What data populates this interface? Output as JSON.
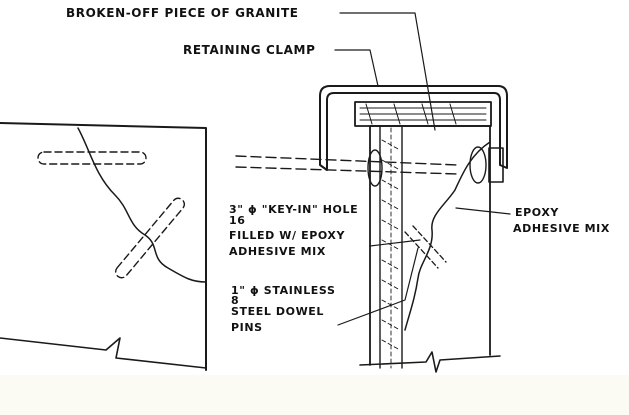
{
  "labels": {
    "granite_piece": "BROKEN-OFF PIECE OF GRANITE",
    "clamp": "RETAINING CLAMP",
    "epoxy_line1": "EPOXY",
    "epoxy_line2": "ADHESIVE MIX",
    "keyin_line1": "3\" ϕ \"KEY-IN\" HOLE",
    "keyin_fraction": "16",
    "keyin_line2": "FILLED W/ EPOXY",
    "keyin_line3": "ADHESIVE MIX",
    "dowel_line1": "1\" ϕ STAINLESS",
    "dowel_fraction": "8",
    "dowel_line2": "STEEL DOWEL",
    "dowel_line3": "PINS"
  },
  "colors": {
    "ink": "#1a1a1a",
    "paper": "#ffffff",
    "band": "#fbfbf4"
  }
}
